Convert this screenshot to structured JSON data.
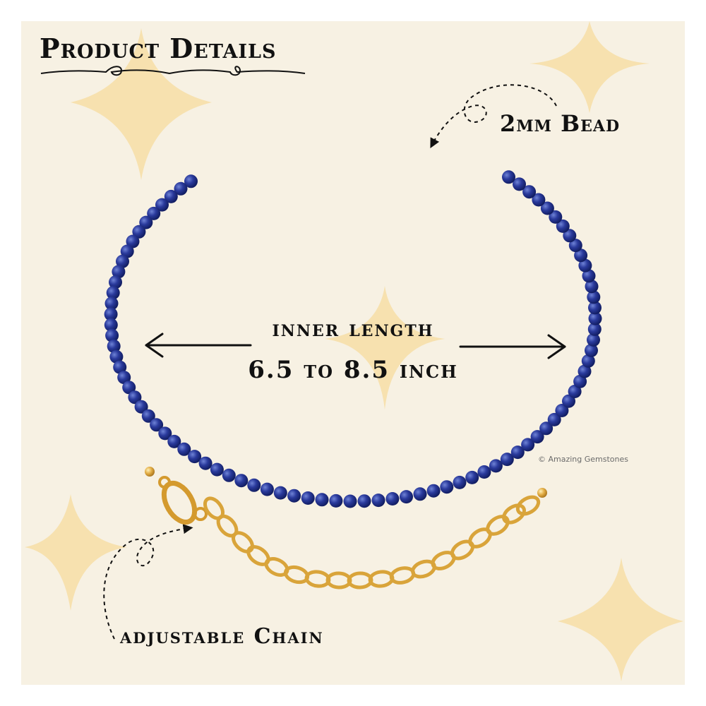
{
  "title": "Product Details",
  "labels": {
    "bead_size": "2mm Bead",
    "inner_length_heading": "inner length",
    "inner_length_value": "6.5 to 8.5 inch",
    "chain": "adjustable Chain"
  },
  "watermark": "© Amazing Gemstones",
  "colors": {
    "background": "#f7f1e3",
    "sparkle": "#f6dfa8",
    "bead_blue": "#1f2e8a",
    "gold": "#d9a43a",
    "text": "#111111"
  },
  "icons": [
    "four-point-star-icon",
    "arrow-left-icon",
    "arrow-right-icon",
    "dashed-curved-arrow-icon",
    "swirl-divider-icon"
  ]
}
